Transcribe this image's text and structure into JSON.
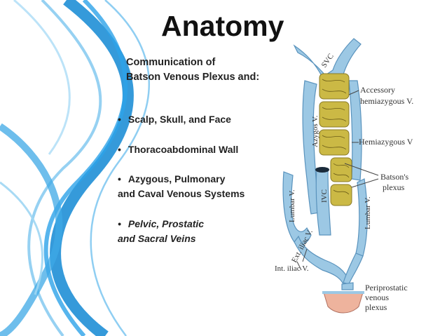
{
  "title": "Anatomy",
  "subtitle": {
    "line1": "Communication of",
    "line2": "Batson Venous Plexus and:"
  },
  "bullets": [
    {
      "line1": "Scalp, Skull, and Face",
      "line2": "",
      "italic": false
    },
    {
      "line1": "Thoracoabdominal Wall",
      "line2": "",
      "italic": false
    },
    {
      "line1": "Azygous, Pulmonary",
      "line2": "and Caval Venous  Systems",
      "italic": false
    },
    {
      "line1": "Pelvic, Prostatic",
      "line2": "and Sacral Veins",
      "italic": true
    }
  ],
  "diagram_labels": {
    "svc": "SVC",
    "accessory_1": "Accessory",
    "accessory_2": "hemiazygous V.",
    "azygos": "Azygos V.",
    "hemiazygous": "Hemiazygous V",
    "batsons_1": "Batson's",
    "batsons_2": "plexus",
    "ivc": "IVC",
    "lumbar_left": "Lumbar V.",
    "lumbar_right": "Lumbar V.",
    "ext_iliac": "Ext. iliac V.",
    "int_iliac": "Int. iliac V.",
    "periprostatic_1": "Periprostatic",
    "periprostatic_2": "venous",
    "periprostatic_3": "plexus"
  },
  "colors": {
    "ribbon_blue": "#1f8fd6",
    "vein_blue": "#7fb9dc",
    "plexus_yellow": "#c9b640",
    "prostate_pink": "#e8a890"
  }
}
